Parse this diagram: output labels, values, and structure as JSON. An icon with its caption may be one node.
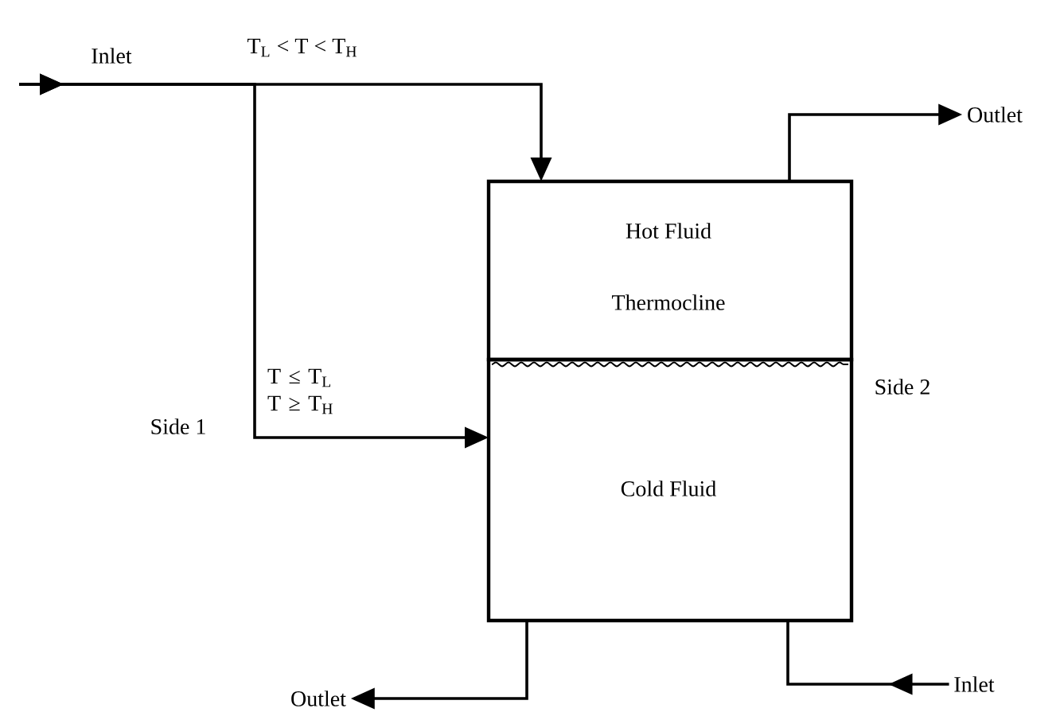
{
  "diagram": {
    "nodes": [
      {
        "text": [
          "Hot Fluid",
          "Thermocline"
        ]
      },
      {
        "text": [
          "Cold Fluid"
        ]
      },
      {
        "text": [
          "Outlet"
        ]
      },
      {
        "text": [
          "Outlet"
        ]
      },
      {
        "text": [
          "Inlet"
        ]
      }
    ],
    "edges": [
      {
        "from": null,
        "to": 0,
        "arrow": "to",
        "label": "T$_{L}$ < T < T$_{H}$"
      },
      {
        "from": null,
        "to": 1,
        "arrow": "to",
        "label": "T ≤ T$_{L}$ T ≥ T$_{H}$"
      },
      {
        "from": 0,
        "to": 2,
        "arrow": "to"
      },
      {
        "from": 1,
        "to": 3,
        "arrow": "to"
      },
      {
        "from": 4,
        "to": 1,
        "arrow": "to"
      }
    ],
    "labels": [
      "Inlet",
      "Side 1",
      "Side 2"
    ]
  }
}
